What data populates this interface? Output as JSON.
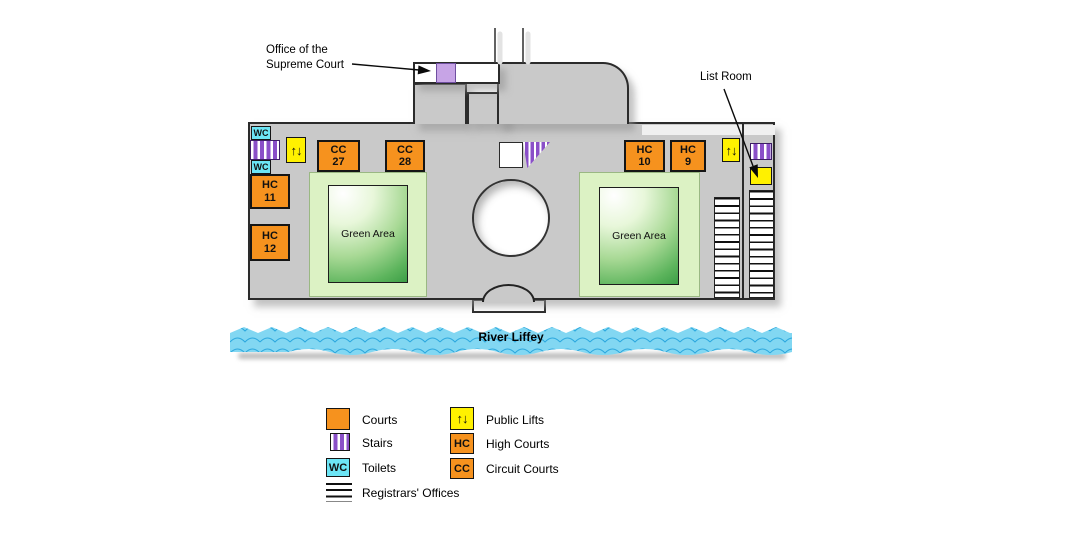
{
  "map": {
    "annotations": {
      "office_line1": "Office of the",
      "office_line2": "Supreme Court",
      "list_room": "List Room"
    },
    "rooms": {
      "cc27": [
        "CC",
        "27"
      ],
      "cc28": [
        "CC",
        "28"
      ],
      "hc11": [
        "HC",
        "11"
      ],
      "hc12": [
        "HC",
        "12"
      ],
      "hc10": [
        "HC",
        "10"
      ],
      "hc9": [
        "HC",
        "9"
      ]
    },
    "wc_label": "WC",
    "lift_icon": "↑↓",
    "green_area_label": "Green Area",
    "river_label": "River Liffey"
  },
  "legend": {
    "left": [
      {
        "key": "courts",
        "label": "Courts"
      },
      {
        "key": "stairs",
        "label": "Stairs"
      },
      {
        "key": "toilets",
        "label": "Toilets",
        "badge": "WC"
      },
      {
        "key": "registrars",
        "label": "Registrars' Offices"
      }
    ],
    "right": [
      {
        "key": "public-lifts",
        "label": "Public Lifts",
        "badge": "↑↓"
      },
      {
        "key": "high-courts",
        "label": "High Courts",
        "badge": "HC"
      },
      {
        "key": "circuit-courts",
        "label": "Circuit Courts",
        "badge": "CC"
      }
    ]
  },
  "colors": {
    "courts_orange": "#F6921E",
    "stairs_purple": "#8A4FC8",
    "toilets_cyan": "#6CE5F5",
    "lifts_yellow": "#FFF100",
    "building_gray": "#C9C9C9",
    "green_light": "#DCF2C4",
    "green_dark": "#3C9E46",
    "river_blue": "#82D7F2",
    "wave_blue": "#2BA7DE",
    "office_purple": "#C7A4E6"
  }
}
